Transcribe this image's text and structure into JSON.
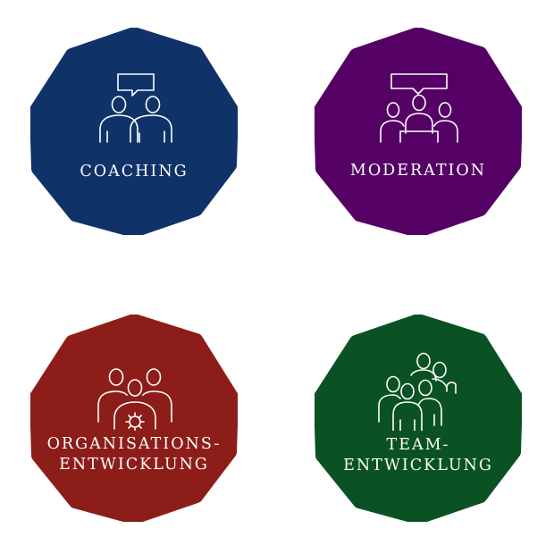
{
  "tiles": [
    {
      "id": "coaching",
      "lines": [
        "COACHING"
      ],
      "color": "#0f3369",
      "icon": "coaching-icon"
    },
    {
      "id": "moderation",
      "lines": [
        "MODERATION"
      ],
      "color": "#540064",
      "icon": "moderation-icon"
    },
    {
      "id": "organisationsentwicklung",
      "lines": [
        "ORGANISATIONS-",
        "ENTWICKLUNG"
      ],
      "color": "#8c1d19",
      "icon": "organisation-icon"
    },
    {
      "id": "teamentwicklung",
      "lines": [
        "TEAM-",
        "ENTWICKLUNG"
      ],
      "color": "#0a5223",
      "icon": "team-icon"
    }
  ]
}
